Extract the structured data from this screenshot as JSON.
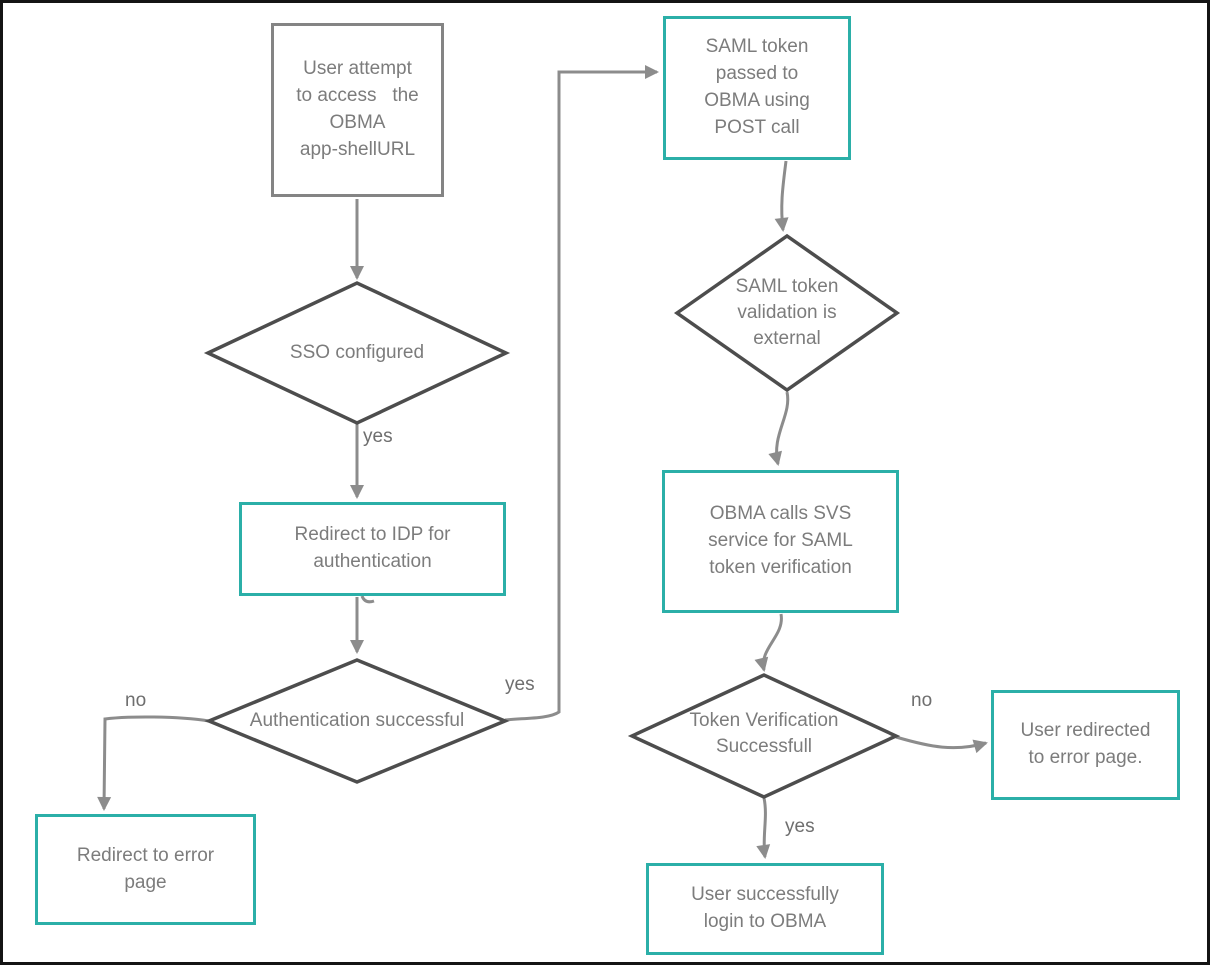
{
  "colors": {
    "accent_teal": "#2BAFA8",
    "gray_box_border": "#848484",
    "diamond_stroke": "#4D4D4D",
    "connector_gray": "#8C8C8C",
    "text_gray": "#7C7C7C",
    "frame_black": "#141414"
  },
  "nodes": {
    "user_attempt": {
      "label": "User attempt\nto access   the\nOBMA\napp-shellURL"
    },
    "sso_configured": {
      "label": "SSO configured"
    },
    "redirect_idp": {
      "label": "Redirect to IDP for\nauthentication"
    },
    "auth_successful": {
      "label": "Authentication successful"
    },
    "redirect_error": {
      "label": "Redirect to error\npage"
    },
    "saml_token_post": {
      "label": "SAML token\npassed to\nOBMA using\nPOST call"
    },
    "saml_validation": {
      "label": "SAML token\nvalidation is\nexternal"
    },
    "obma_svs": {
      "label": "OBMA calls SVS\nservice for SAML\ntoken verification"
    },
    "token_verification": {
      "label": "Token Verification\nSuccessfull"
    },
    "user_redirected_error": {
      "label": "User redirected\nto error page."
    },
    "user_login": {
      "label": "User successfully\nlogin to OBMA"
    }
  },
  "edge_labels": {
    "sso_yes": "yes",
    "auth_no": "no",
    "auth_yes": "yes",
    "token_no": "no",
    "token_yes": "yes"
  }
}
